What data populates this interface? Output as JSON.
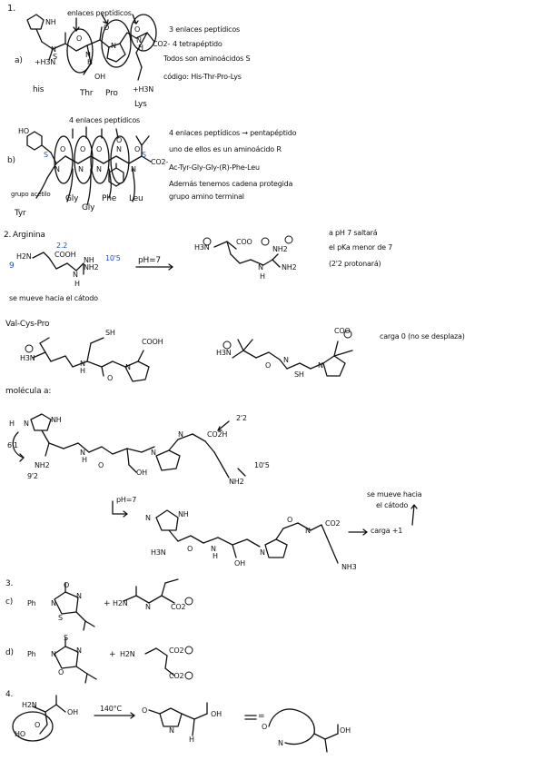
{
  "section1": {
    "number": "1.",
    "a": {
      "label": "a)",
      "arrow_label": "enlaces peptídicos",
      "atoms": [
        "NH",
        "N",
        "S",
        "+H3N",
        "O",
        "N",
        "H",
        "OH",
        "N",
        "O",
        "O",
        "N",
        "H",
        "CO2-",
        "+H3N"
      ],
      "residues": [
        "his",
        "Thr",
        "Pro",
        "Lys"
      ],
      "notes": [
        "3 enlaces peptídicos",
        "4 tetrapéptido",
        "Todos son aminoácidos S",
        "código: His-Thr-Pro-Lys"
      ]
    },
    "b": {
      "label": "b)",
      "arrow_label": "4 enlaces peptídicos",
      "atoms": [
        "HO",
        "N",
        "O",
        "N",
        "O",
        "N",
        "O",
        "N",
        "O",
        "N",
        "O",
        "CO2-"
      ],
      "config_marks": [
        "S",
        "S"
      ],
      "residues": [
        "grupo acetilo",
        "Tyr",
        "Gly",
        "Gly",
        "Phe",
        "Leu"
      ],
      "notes": [
        "4 enlaces peptídicos → pentapéptido",
        "uno de ellos es un aminoácido R",
        "Ac-Tyr-Gly-Gly-(R)-Phe-Leu",
        "Además tenemos cadena protegida",
        "grupo amino terminal"
      ]
    }
  },
  "section2": {
    "number": "2.",
    "title": "Arginina",
    "pka_values": [
      "9",
      "2.2",
      "10'5"
    ],
    "atoms_left": [
      "H2N",
      "COOH",
      "NH",
      "NH2",
      "N",
      "H"
    ],
    "ph": "pH=7",
    "atoms_right": [
      "H3N",
      "COO",
      "NH2",
      "N",
      "NH2",
      "H"
    ],
    "note_right": [
      "a pH 7 saltará",
      "el pKa menor de 7",
      "(2'2 protonará)"
    ],
    "note_left": "se mueve hacia el cátodo",
    "dipeptide_title": "Val-Cys-Pro",
    "dipeptide_atoms": [
      "SH",
      "COOH",
      "H3N",
      "N",
      "N",
      "O",
      "H"
    ],
    "dipeptide_ionic_atoms": [
      "COO",
      "H3N",
      "N",
      "N",
      "SH",
      "O"
    ],
    "carga_note": "carga 0 (no se desplaza)",
    "molecule_title": "molécula a:",
    "pka_extra": [
      "2'2",
      "6'1",
      "9'2",
      "10'5"
    ],
    "molecule_a_atoms": [
      "H",
      "N",
      "NH",
      "NH2",
      "N",
      "H",
      "O",
      "OH",
      "N",
      "N",
      "CO2H",
      "NH2"
    ],
    "ph_label": "pH=7",
    "molecule_a_ionic_atoms": [
      "N",
      "NH",
      "H3N",
      "N",
      "H",
      "O",
      "OH",
      "N",
      "O",
      "N",
      "CO2",
      "NH3"
    ],
    "arrow_note": [
      "se mueve hacia",
      "el cátodo"
    ],
    "charge": "carga +1"
  },
  "section3": {
    "number": "3.",
    "c": {
      "label": "c)",
      "left_atoms": [
        "Ph",
        "N",
        "O",
        "N",
        "S"
      ],
      "right_atoms": [
        "H2N",
        "N",
        "CO2"
      ],
      "plus": "+"
    },
    "d": {
      "label": "d)",
      "left_atoms": [
        "Ph",
        "N",
        "S",
        "N",
        "O"
      ],
      "right_atoms": [
        "H2N",
        "CO2",
        "CO2"
      ],
      "plus": "+"
    }
  },
  "section4": {
    "number": "4.",
    "atoms": [
      "H2N",
      "OH",
      "HO",
      "O"
    ],
    "condition": "140°C",
    "product_atoms": [
      "O",
      "N",
      "OH",
      "H"
    ],
    "equals": "=",
    "product2_atoms": [
      "O",
      "N",
      "OH"
    ]
  }
}
